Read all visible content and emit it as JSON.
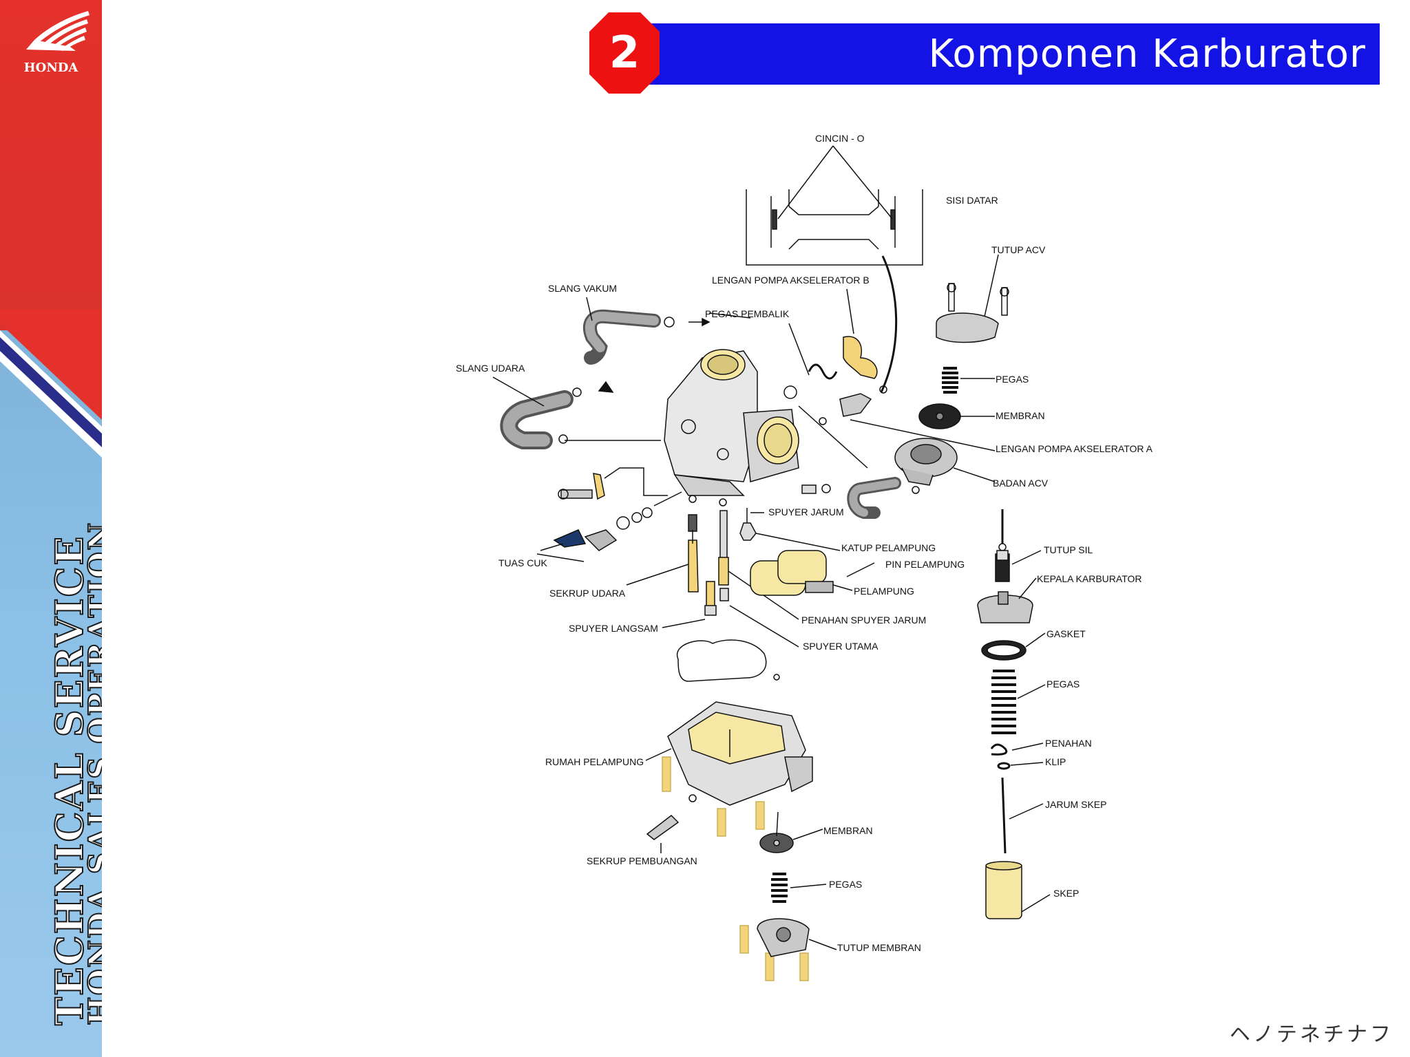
{
  "sidebar": {
    "brand": "HONDA",
    "line1": "TECHNICAL SERVICE",
    "line2": "HONDA SALES OPERATION",
    "colors": {
      "red": "#e4312b",
      "blue": "#8cc0e6",
      "navy": "#2b2d8a"
    }
  },
  "header": {
    "number": "2",
    "title": "Komponen Karburator",
    "colors": {
      "bar": "#1313e6",
      "octagon": "#ee1111"
    }
  },
  "diagram": {
    "labels": {
      "cincin_o": "CINCIN - O",
      "sisi_datar": "SISI DATAR",
      "tutup_acv": "TUTUP ACV",
      "lengan_pompa_b": "LENGAN POMPA  AKSELERATOR B",
      "slang_vakum": "SLANG VAKUM",
      "pegas_pembalik": "PEGAS PEMBALIK",
      "slang_udara": "SLANG UDARA",
      "pegas_acv": "PEGAS",
      "membran_acv": "MEMBRAN",
      "lengan_pompa_a": "LENGAN POMPA AKSELERATOR A",
      "badan_acv": "BADAN ACV",
      "spuyer_jarum": "SPUYER JARUM",
      "katup_pelampung": "KATUP PELAMPUNG",
      "pin_pelampung": "PIN PELAMPUNG",
      "tuas_cuk": "TUAS CUK",
      "pelampung": "PELAMPUNG",
      "sekrup_udara": "SEKRUP UDARA",
      "penahan_spuyer_jarum": "PENAHAN SPUYER JARUM",
      "spuyer_langsam": "SPUYER LANGSAM",
      "spuyer_utama": "SPUYER UTAMA",
      "tutup_sil": "TUTUP SIL",
      "kepala_karburator": "KEPALA KARBURATOR",
      "gasket": "GASKET",
      "pegas_skep": "PEGAS",
      "penahan": "PENAHAN",
      "klip": "KLIP",
      "jarum_skep": "JARUM SKEP",
      "skep": "SKEP",
      "rumah_pelampung": "RUMAH PELAMPUNG",
      "membran_bawah": "MEMBRAN",
      "sekrup_pembuangan": "SEKRUP PEMBUANGAN",
      "pegas_bawah": "PEGAS",
      "tutup_membran": "TUTUP MEMBRAN"
    }
  },
  "footer": {
    "mark": "ヘノテネチナフ"
  }
}
